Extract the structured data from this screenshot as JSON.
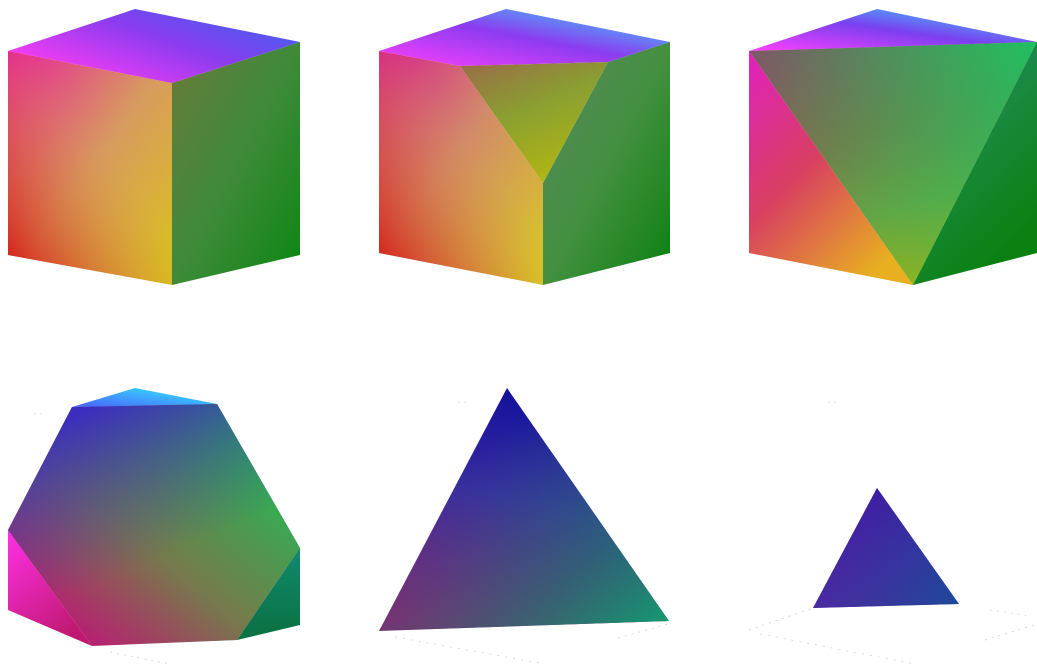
{
  "panels": [
    {
      "id": "cube",
      "name": "cube-panel"
    },
    {
      "id": "truncated-cube",
      "name": "truncated-cube-panel"
    },
    {
      "id": "cube-cut-to-triangle",
      "name": "cube-cut-triangle-panel"
    },
    {
      "id": "cuboctahedral-section",
      "name": "hexagonal-section-panel"
    },
    {
      "id": "large-triangle",
      "name": "large-triangle-panel"
    },
    {
      "id": "small-triangle",
      "name": "small-triangle-panel"
    }
  ],
  "colors": {
    "red": "#e00010",
    "yellow": "#e6e018",
    "green": "#0a8a10",
    "magenta": "#ff40ff",
    "blue": "#1010e0",
    "cyan": "#30e8ff",
    "purple": "#601880",
    "background": "#ffffff"
  }
}
